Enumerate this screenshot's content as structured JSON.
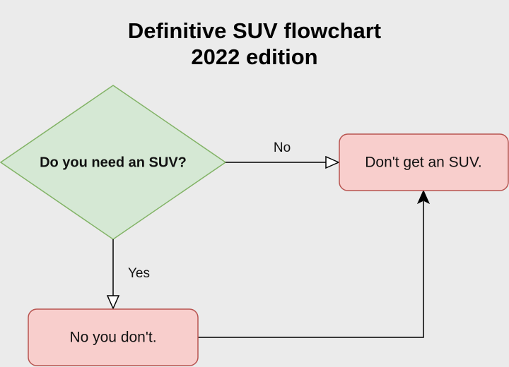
{
  "title": {
    "line1": "Definitive SUV flowchart",
    "line2": "2022 edition"
  },
  "nodes": {
    "decision": {
      "label": "Do you need an SUV?",
      "fill": "#d5e8d4",
      "stroke": "#82b366"
    },
    "no_you_dont": {
      "label": "No you don't.",
      "fill": "#f8cecc",
      "stroke": "#b85450"
    },
    "dont_get": {
      "label": "Don't get an SUV.",
      "fill": "#f8cecc",
      "stroke": "#b85450"
    }
  },
  "edges": {
    "no_label": "No",
    "yes_label": "Yes"
  }
}
